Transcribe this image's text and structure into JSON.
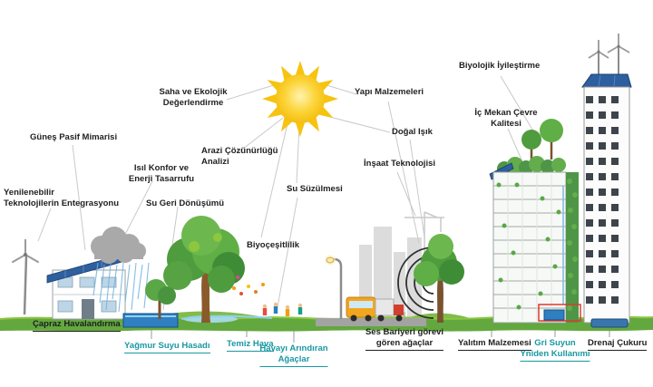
{
  "colors": {
    "accent_teal": "#1898a2",
    "label_dark": "#1f1f1f",
    "sun_yellow": "#f6c30e",
    "grass_green": "#63a83f",
    "solar_blue": "#2e5f9e",
    "water_blue": "#2f7fc1"
  },
  "concepts": {
    "gunes_pasif": "Güneş Pasif Mimarisi",
    "yenilenebilir": "Yenilenebilir\nTeknolojilerin Entegrasyonu",
    "isil_konfor": "Isıl Konfor ve\nEnerji Tasarrufu",
    "su_geri": "Su Geri Dönüşümü",
    "saha_ekolojik": "Saha ve Ekolojik\nDeğerlendirme",
    "arazi": "Arazi Çözünürlüğü\nAnalizi",
    "su_suzulmesi": "Su Süzülmesi",
    "biyocesitlilik": "Biyoçeşitlilik",
    "yapi_malzemeleri": "Yapı Malzemeleri",
    "dogal_isik": "Doğal Işık",
    "insaat_teknolojisi": "İnşaat Teknolojisi",
    "biyolojik_iyilestirme": "Biyolojik İyileştirme",
    "ic_mekan": "İç Mekan Çevre\nKalitesi"
  },
  "features": {
    "capraz_havalandirma": "Çapraz Havalandırma",
    "yagmur_suyu": "Yağmur Suyu Hasadı",
    "temiz_hava": "Temiz Hava",
    "havayi_arindiran": "Havayı Arındıran\nAğaçlar",
    "ses_bariyeri": "Ses Bariyeri görevi\ngören ağaçlar",
    "yalitim": "Yalıtım Malzemesi",
    "gri_suyun": "Gri Suyun\nYniden Kullanımı",
    "drenaj": "Drenaj Çukuru"
  },
  "scene_icons": [
    "sun-icon",
    "rain-cloud-icon",
    "wind-turbine-icon",
    "solar-roof-house",
    "rainwater-basin",
    "big-tree",
    "flowers",
    "playing-people",
    "stream",
    "street-lamp",
    "bus",
    "truck",
    "sound-wave-arcs",
    "barrier-tree",
    "city-silhouette",
    "construction-crane",
    "green-roof-building",
    "roof-garden",
    "solar-panel",
    "green-wall",
    "highrise-tower",
    "roof-wind-turbines",
    "greywater-tank",
    "drainage-pit",
    "ground"
  ]
}
